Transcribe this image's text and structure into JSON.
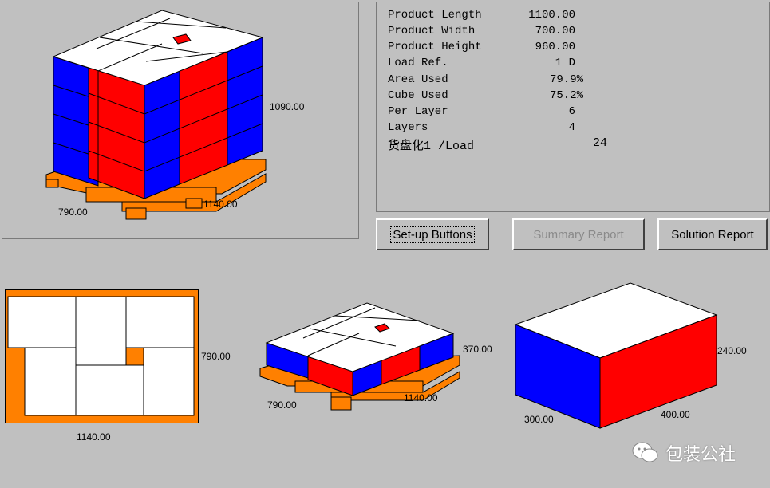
{
  "info": {
    "rows": [
      {
        "label": "Product Length",
        "value": "1100.00"
      },
      {
        "label": "Product Width",
        "value": "700.00"
      },
      {
        "label": "Product Height",
        "value": "960.00"
      },
      {
        "label": "Load Ref.",
        "value": "1 D"
      },
      {
        "label": "Area Used",
        "value": "79.9%"
      },
      {
        "label": "Cube Used",
        "value": "75.2%"
      },
      {
        "label": "Per Layer",
        "value": "6"
      },
      {
        "label": "Layers",
        "value": "4"
      },
      {
        "label": "货盘化1 /Load",
        "value": "24"
      }
    ]
  },
  "buttons": {
    "setup": "Set-up Buttons",
    "summary": "Summary Report",
    "solution": "Solution Report"
  },
  "pallet_view": {
    "height": "1090.00",
    "length": "1140.00",
    "width": "790.00"
  },
  "top_view": {
    "width": "790.00",
    "length": "1140.00"
  },
  "layer_view": {
    "height": "370.00",
    "width": "790.00",
    "length": "1140.00"
  },
  "case_view": {
    "height": "240.00",
    "width": "300.00",
    "length": "400.00"
  },
  "watermark": {
    "text": "包装公社"
  },
  "colors": {
    "box_top": "#ffffff",
    "box_blue": "#0000ff",
    "box_red": "#ff0000",
    "pallet": "#ff8000",
    "background": "#c0c0c0"
  }
}
